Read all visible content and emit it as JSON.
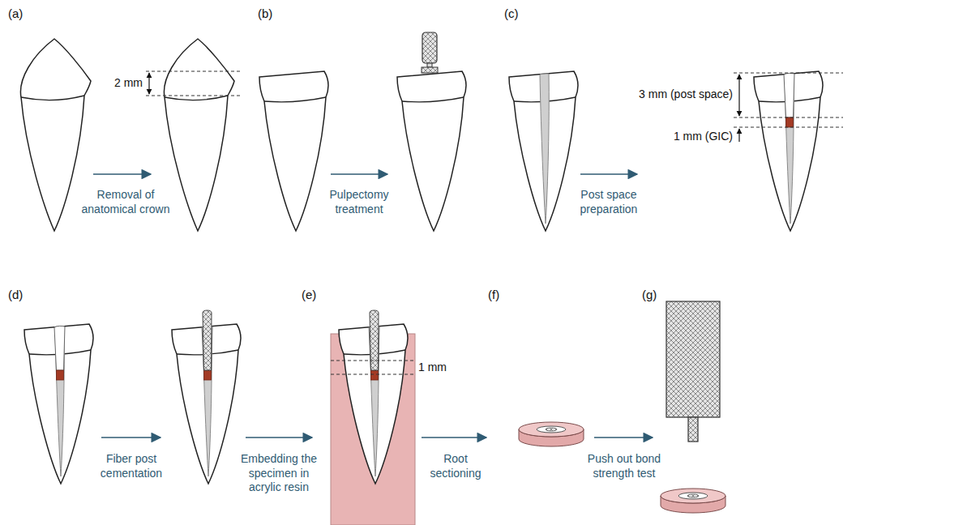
{
  "diagram": {
    "labels": [
      "(a)",
      "2 mm",
      "Removal of anatomical crown",
      "(b)",
      "Pulpectomy treatment",
      "(c)",
      "3 mm (post space)",
      "1 mm (GIC)",
      "Post space preparation",
      "(d)",
      "Fiber post cementation",
      "(e)",
      "Embedding the specimen in acrylic resin",
      "1 mm",
      "(f)",
      "Root sectioning",
      "(g)",
      "Push out bond strength test"
    ]
  }
}
